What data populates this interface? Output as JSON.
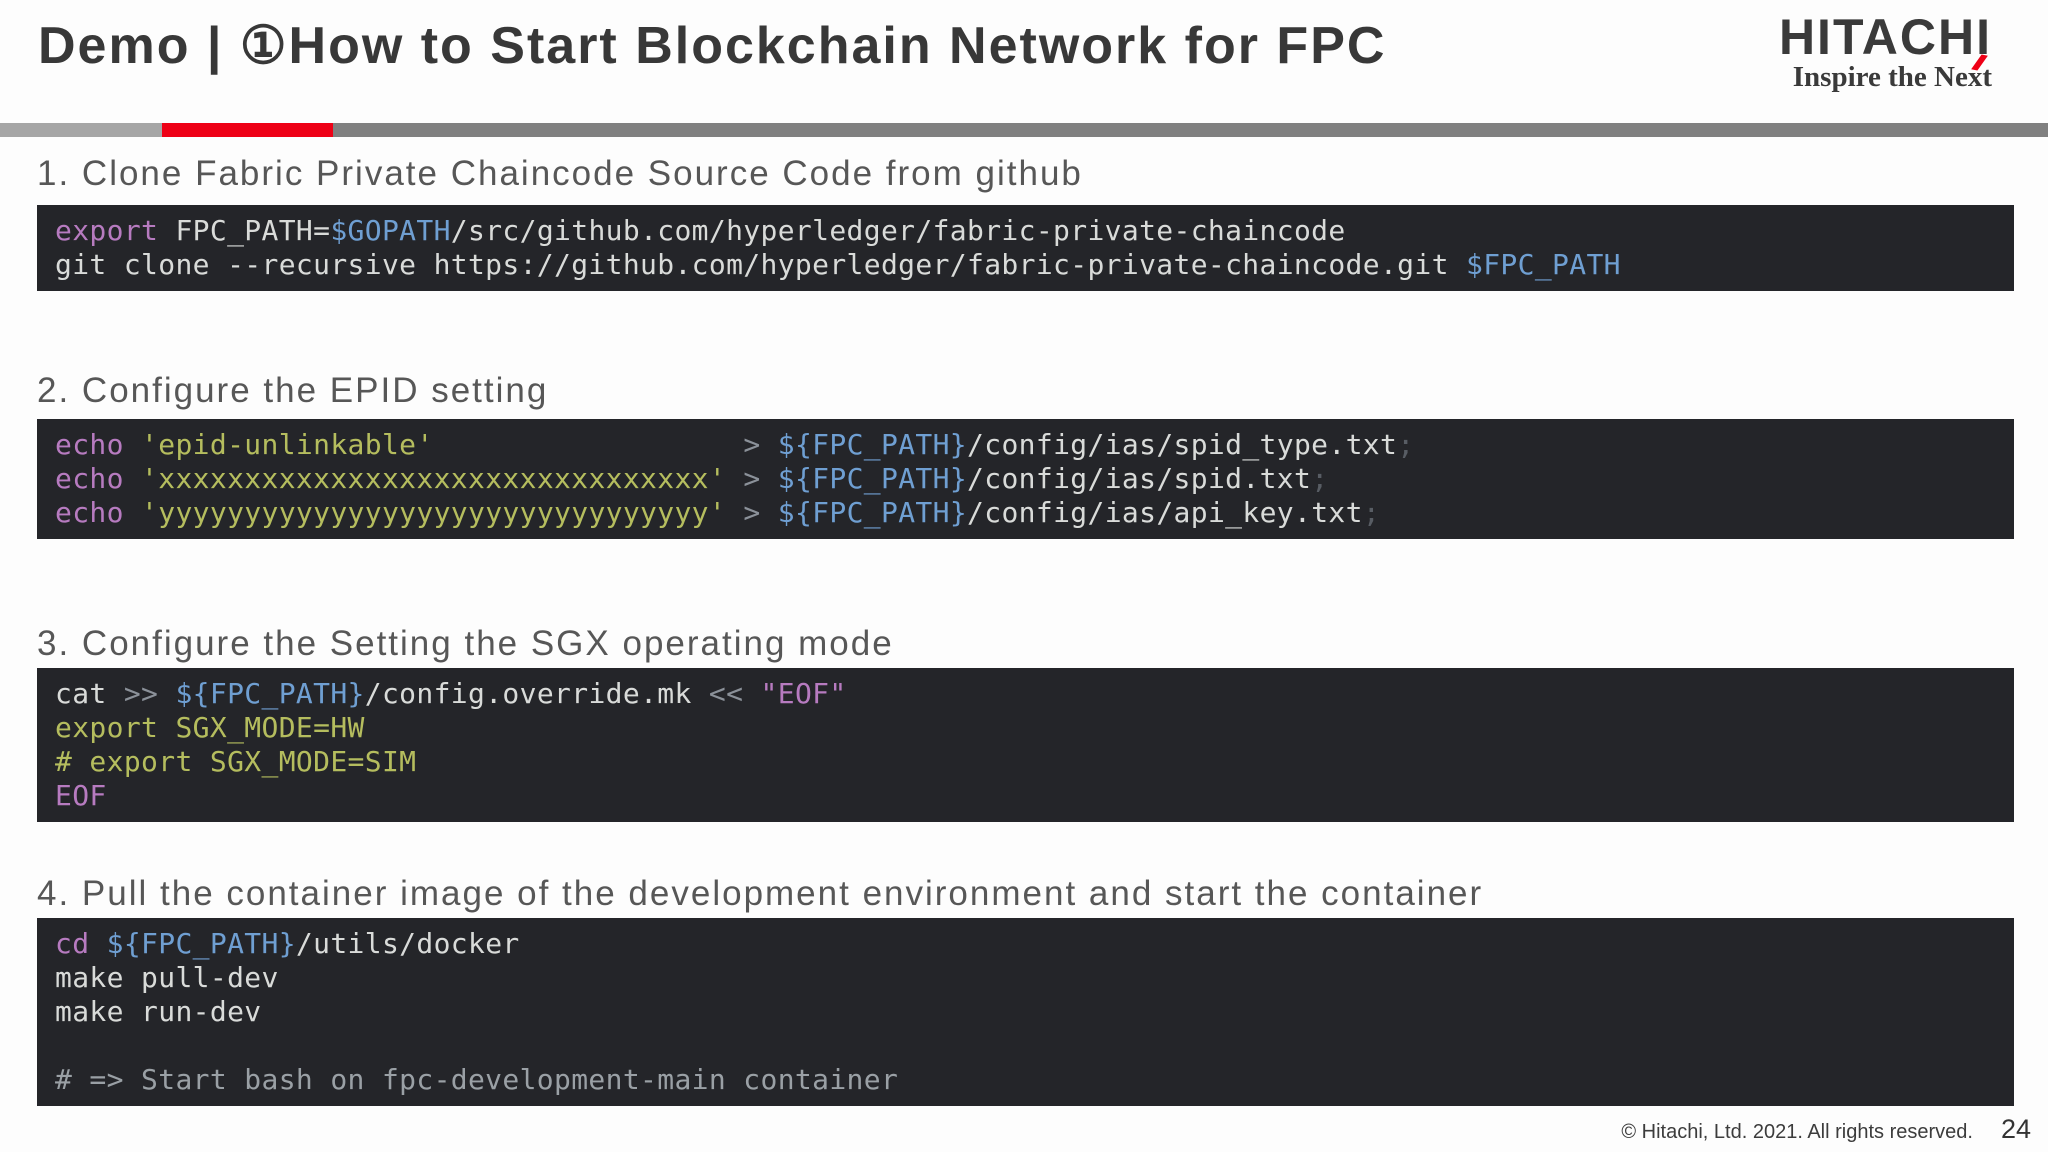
{
  "header": {
    "title": "Demo | ①How to Start Blockchain Network for FPC",
    "logo": {
      "brand": "HITACHI",
      "tagline": "Inspire the Next"
    }
  },
  "colors": {
    "accent-red": "#ee0016",
    "bar-light": "#a6a6a6",
    "bar-gray": "#808080",
    "code-bg": "#242529",
    "tok-plain": "#d9dbd9",
    "tok-keyword": "#b77bc0",
    "tok-variable": "#6f9fd2",
    "tok-string": "#b5bd5e",
    "tok-operator": "#8b9199",
    "tok-comment": "#9aa0a5",
    "tok-dim": "#585d64"
  },
  "sections": [
    {
      "heading": "1. Clone Fabric Private Chaincode Source Code from github",
      "code_lines": [
        [
          {
            "t": "export",
            "c": "k"
          },
          {
            "t": " FPC_PATH=",
            "c": "p"
          },
          {
            "t": "$GOPATH",
            "c": "v"
          },
          {
            "t": "/src/github.com/hyperledger/fabric-private-chaincode",
            "c": "p"
          }
        ],
        [
          {
            "t": "git clone --recursive https://github.com/hyperledger/fabric-private-chaincode.git ",
            "c": "p"
          },
          {
            "t": "$FPC_PATH",
            "c": "v"
          }
        ]
      ]
    },
    {
      "heading": "2. Configure the EPID setting",
      "code_lines": [
        [
          {
            "t": "echo ",
            "c": "k"
          },
          {
            "t": "'epid-unlinkable'",
            "c": "s"
          },
          {
            "t": "                  ",
            "c": "p"
          },
          {
            "t": "> ",
            "c": "o"
          },
          {
            "t": "${FPC_PATH}",
            "c": "v"
          },
          {
            "t": "/config/ias/spid_type.txt",
            "c": "p"
          },
          {
            "t": ";",
            "c": "d"
          }
        ],
        [
          {
            "t": "echo ",
            "c": "k"
          },
          {
            "t": "'xxxxxxxxxxxxxxxxxxxxxxxxxxxxxxxx'",
            "c": "s"
          },
          {
            "t": " ",
            "c": "p"
          },
          {
            "t": "> ",
            "c": "o"
          },
          {
            "t": "${FPC_PATH}",
            "c": "v"
          },
          {
            "t": "/config/ias/spid.txt",
            "c": "p"
          },
          {
            "t": ";",
            "c": "d"
          }
        ],
        [
          {
            "t": "echo ",
            "c": "k"
          },
          {
            "t": "'yyyyyyyyyyyyyyyyyyyyyyyyyyyyyyyy'",
            "c": "s"
          },
          {
            "t": " ",
            "c": "p"
          },
          {
            "t": "> ",
            "c": "o"
          },
          {
            "t": "${FPC_PATH}",
            "c": "v"
          },
          {
            "t": "/config/ias/api_key.txt",
            "c": "p"
          },
          {
            "t": ";",
            "c": "d"
          }
        ]
      ]
    },
    {
      "heading": "3. Configure the Setting the SGX operating mode",
      "code_lines": [
        [
          {
            "t": "cat ",
            "c": "p"
          },
          {
            "t": ">> ",
            "c": "o"
          },
          {
            "t": "${FPC_PATH}",
            "c": "v"
          },
          {
            "t": "/config.override.mk ",
            "c": "p"
          },
          {
            "t": "<< ",
            "c": "o"
          },
          {
            "t": "\"EOF\"",
            "c": "k"
          }
        ],
        [
          {
            "t": "export SGX_MODE=HW",
            "c": "s"
          }
        ],
        [
          {
            "t": "# export SGX_MODE=SIM",
            "c": "s"
          }
        ],
        [
          {
            "t": "EOF",
            "c": "k"
          }
        ]
      ]
    },
    {
      "heading": "4. Pull the container image of the development environment and start the container",
      "code_lines": [
        [
          {
            "t": "cd ",
            "c": "k"
          },
          {
            "t": "${FPC_PATH}",
            "c": "v"
          },
          {
            "t": "/utils/docker",
            "c": "p"
          }
        ],
        [
          {
            "t": "make pull-dev",
            "c": "p"
          }
        ],
        [
          {
            "t": "make run-dev",
            "c": "p"
          }
        ],
        [],
        [
          {
            "t": "# => Start bash on fpc-development-main container",
            "c": "c"
          }
        ]
      ]
    }
  ],
  "footer": {
    "copyright": "© Hitachi, Ltd. 2021. All rights reserved.",
    "page_number": "24"
  }
}
